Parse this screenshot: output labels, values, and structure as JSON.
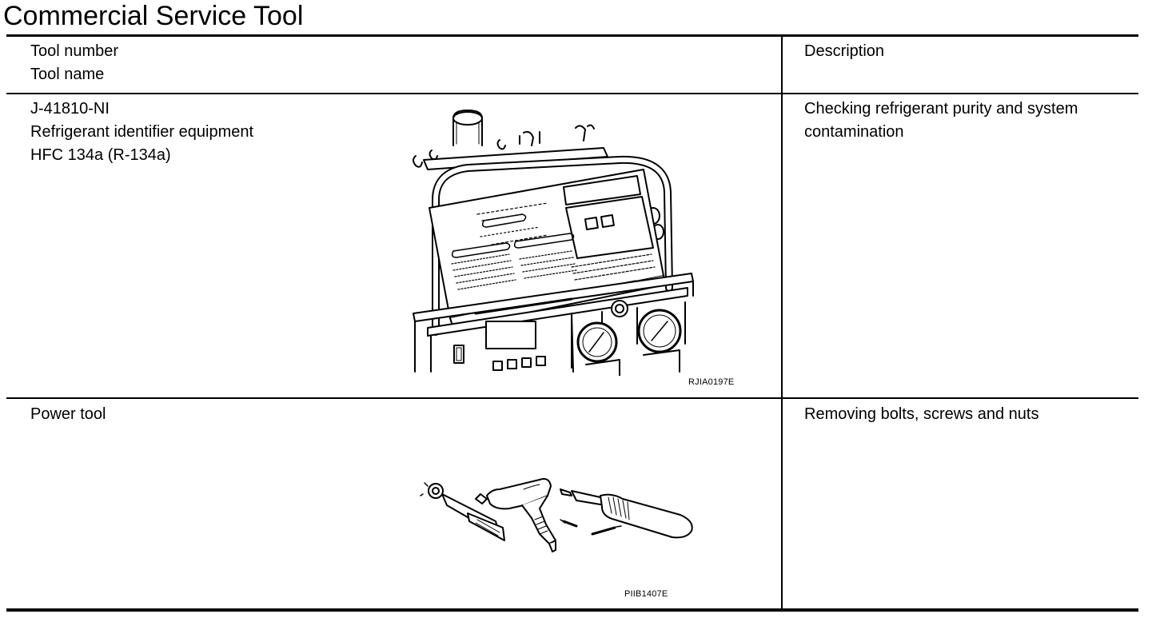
{
  "title": "Commercial Service Tool",
  "table": {
    "header": {
      "tool_number_label": "Tool number",
      "tool_name_label": "Tool name",
      "description_label": "Description"
    },
    "rows": [
      {
        "tool_number": "J-41810-NI",
        "tool_name_lines": [
          "Refrigerant identifier equipment",
          "HFC 134a (R-134a)"
        ],
        "description_lines": [
          "Checking refrigerant purity and system",
          "contamination"
        ],
        "figure_code": "RJIA0197E"
      },
      {
        "tool_number": "",
        "tool_name_lines": [
          "Power tool"
        ],
        "description_lines": [
          "Removing bolts, screws and nuts"
        ],
        "figure_code": "PIIB1407E"
      }
    ]
  }
}
